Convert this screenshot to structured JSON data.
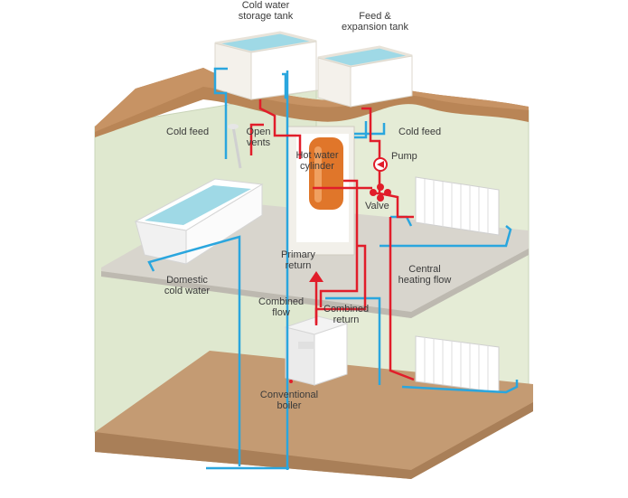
{
  "colors": {
    "cold_pipe": "#2aa6de",
    "hot_pipe": "#e11d2a",
    "wall": "#dfe8cf",
    "floor_upper": "#d9d6cf",
    "floor_ground": "#c29a72",
    "roof": "#b98556",
    "cylinder": "#e0762a",
    "water": "#9fd9e6"
  },
  "labels": {
    "cold_water_storage_tank": [
      "Cold water",
      "storage tank"
    ],
    "feed_expansion_tank": [
      "Feed &",
      "expansion tank"
    ],
    "cold_feed_left": [
      "Cold feed"
    ],
    "open_vents": [
      "Open",
      "vents"
    ],
    "hot_water_cylinder": [
      "Hot water",
      "cylinder"
    ],
    "cold_feed_right": [
      "Cold feed"
    ],
    "pump": [
      "Pump"
    ],
    "valve": [
      "Valve"
    ],
    "primary_return": [
      "Primary",
      "return"
    ],
    "central_heating_flow": [
      "Central",
      "heating flow"
    ],
    "domestic_cold_water": [
      "Domestic",
      "cold water"
    ],
    "combined_flow": [
      "Combined",
      "flow"
    ],
    "combined_return": [
      "Combined",
      "return"
    ],
    "conventional_boiler": [
      "Conventional",
      "boiler"
    ]
  }
}
